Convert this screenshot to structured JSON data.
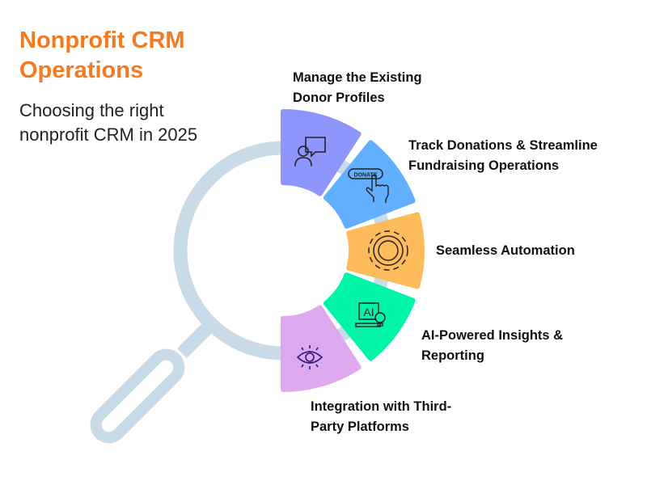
{
  "header": {
    "title": "Nonprofit CRM Operations",
    "subtitle": "Choosing the right nonprofit CRM in 2025"
  },
  "colors": {
    "title": "#f47a20",
    "magnifier": "#c9dbe6"
  },
  "segments": [
    {
      "label": "Manage the Existing Donor Profiles",
      "color": "#8f96fb",
      "icon": "user-speech-bubble-icon"
    },
    {
      "label": "Track Donations & Streamline Fundraising Operations",
      "color": "#62b0fd",
      "icon": "donate-button-hand-icon",
      "icon_text": "DONATE"
    },
    {
      "label": "Seamless Automation",
      "color": "#fdbb5c",
      "icon": "gear-icon"
    },
    {
      "label": "AI-Powered Insights & Reporting",
      "color": "#00f5a8",
      "icon": "ai-laptop-lightbulb-icon",
      "icon_text": "AI"
    },
    {
      "label": "Integration with Third-Party Platforms",
      "color": "#dea8ef",
      "icon": "eye-icon"
    }
  ]
}
